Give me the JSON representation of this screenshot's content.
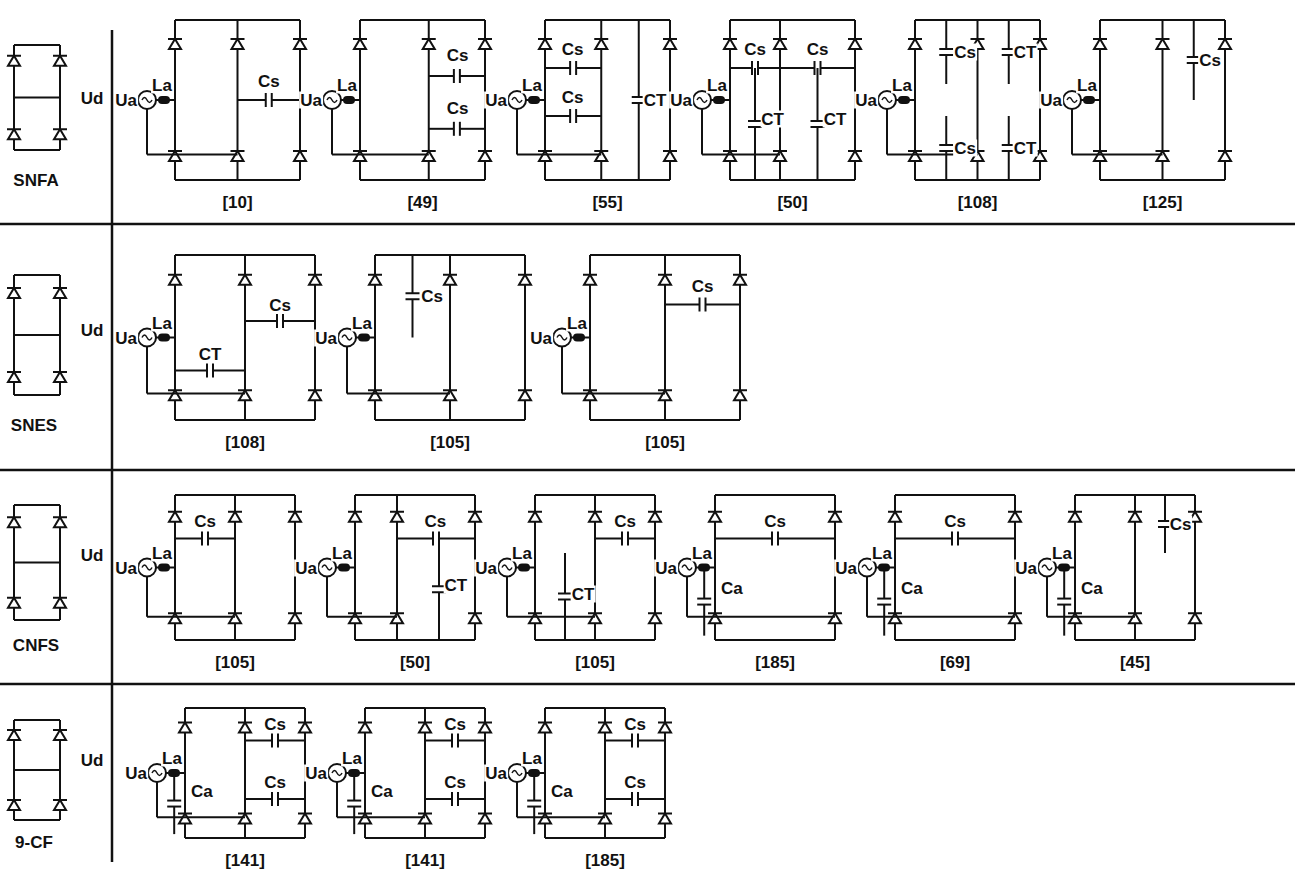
{
  "diagram": {
    "labels": [
      "SNFA",
      "Ud",
      "La",
      "Ua",
      "Cs",
      "[10]",
      "La",
      "Ua",
      "Cs",
      "Cs",
      "[49]",
      "La",
      "Ua",
      "Cs",
      "Cs",
      "CT",
      "[55]",
      "La",
      "Ua",
      "Cs",
      "Cs",
      "CT",
      "CT",
      "[50]",
      "La",
      "Ua",
      "Cs",
      "CT",
      "Cs",
      "CT",
      "[108]",
      "La",
      "Ua",
      "Cs",
      "[125]",
      "SNES",
      "Ud",
      "La",
      "Ua",
      "Cs",
      "CT",
      "[108]",
      "La",
      "Ua",
      "Cs",
      "[105]",
      "La",
      "Ua",
      "Cs",
      "[105]",
      "CNFS",
      "Ud",
      "La",
      "Ua",
      "Cs",
      "[105]",
      "La",
      "Ua",
      "Cs",
      "CT",
      "[50]",
      "La",
      "Ua",
      "Cs",
      "CT",
      "[105]",
      "La",
      "Ua",
      "Cs",
      "Ca",
      "[185]",
      "La",
      "Ua",
      "Cs",
      "Ca",
      "[69]",
      "La",
      "Ua",
      "Cs",
      "Ca",
      "[45]",
      "9-CF",
      "Ud",
      "La",
      "Ua",
      "Cs",
      "Ca",
      "Cs",
      "[141]",
      "La",
      "Ua",
      "Cs",
      "Ca",
      "Cs",
      "[141]",
      "La",
      "Ua",
      "Cs",
      "Ca",
      "Cs",
      "[185]"
    ]
  }
}
